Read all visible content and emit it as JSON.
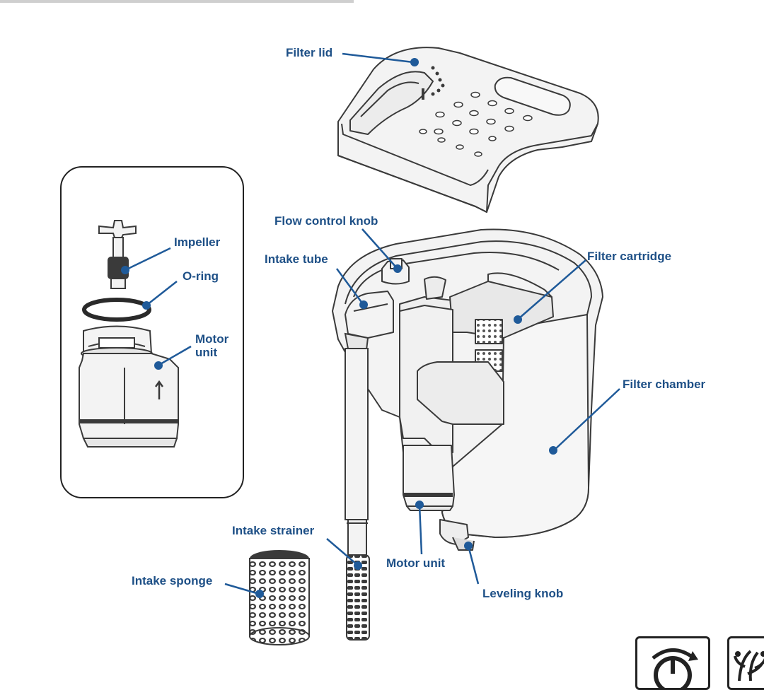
{
  "labels": {
    "filter_lid": "Filter lid",
    "flow_control_knob": "Flow control knob",
    "intake_tube": "Intake tube",
    "filter_cartridge": "Filter cartridge",
    "filter_chamber": "Filter chamber",
    "intake_strainer": "Intake strainer",
    "intake_sponge": "Intake sponge",
    "motor_unit": "Motor unit",
    "leveling_knob": "Leveling knob",
    "impeller": "Impeller",
    "o_ring": "O-ring",
    "motor_unit_inset": "Motor\nunit"
  },
  "colors": {
    "callout": "#1d4f86",
    "dot": "#1f5a99",
    "outline": "#3a3a3a",
    "fill": "#f3f3f3"
  },
  "icons": [
    "power-rotate-icon",
    "plant-icon"
  ]
}
